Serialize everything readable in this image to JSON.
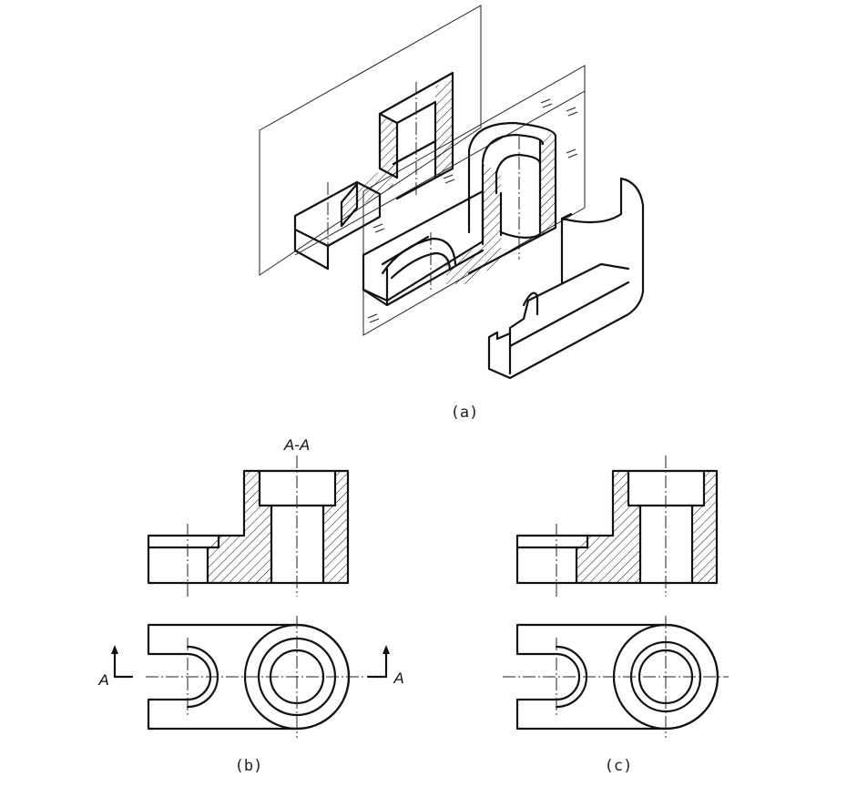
{
  "captions": {
    "a": "(a)",
    "b": "(b)",
    "c": "(c)"
  },
  "section_title": "A-A",
  "cut_marks": {
    "left": "A",
    "right": "A"
  }
}
